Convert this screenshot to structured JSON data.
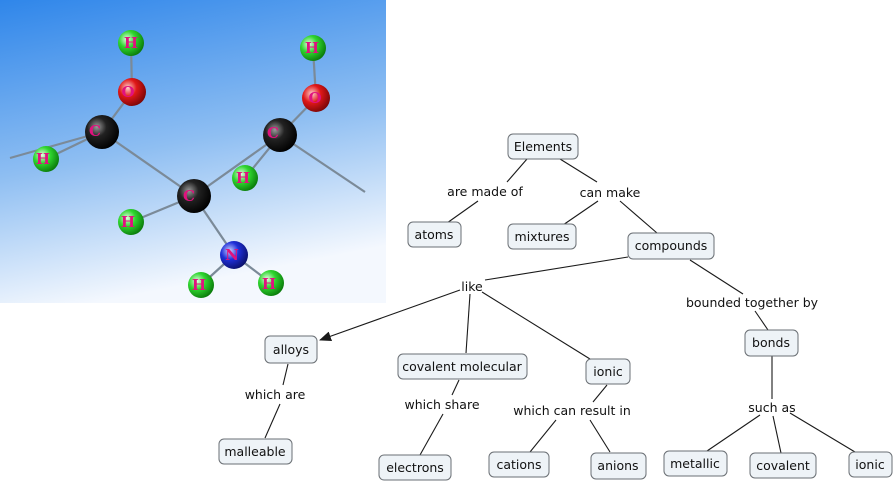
{
  "molecule": {
    "atoms": [
      {
        "label": "H"
      },
      {
        "label": "O"
      },
      {
        "label": "H"
      },
      {
        "label": "C"
      },
      {
        "label": "H"
      },
      {
        "label": "C"
      },
      {
        "label": "H"
      },
      {
        "label": "O"
      },
      {
        "label": "C"
      },
      {
        "label": "H"
      },
      {
        "label": "N"
      },
      {
        "label": "H"
      },
      {
        "label": "H"
      }
    ],
    "colors": {
      "hydrogen": "#2fd62f",
      "oxygen": "#e01818",
      "carbon": "#141414",
      "nitrogen": "#1f2fd8",
      "label": "#e0127e",
      "sky_top": "#2f86ea",
      "sky_bottom": "#f4f8fe"
    }
  },
  "concept_map": {
    "nodes": {
      "elements": "Elements",
      "atoms": "atoms",
      "mixtures": "mixtures",
      "compounds": "compounds",
      "alloys": "alloys",
      "covalent_molecular": "covalent molecular",
      "ionic_compound": "ionic",
      "bonds": "bonds",
      "malleable": "malleable",
      "electrons": "electrons",
      "cations": "cations",
      "anions": "anions",
      "metallic": "metallic",
      "covalent": "covalent",
      "ionic_bond": "ionic"
    },
    "links": {
      "are_made_of": "are made of",
      "can_make": "can make",
      "like": "like",
      "bounded_together_by": "bounded together by",
      "which_are": "which are",
      "which_share": "which share",
      "which_can_result_in": "which can result in",
      "such_as": "such as"
    },
    "colors": {
      "node_fill": "#eef3f7",
      "node_border": "#6a6f74",
      "line": "#1a1a1a"
    }
  }
}
